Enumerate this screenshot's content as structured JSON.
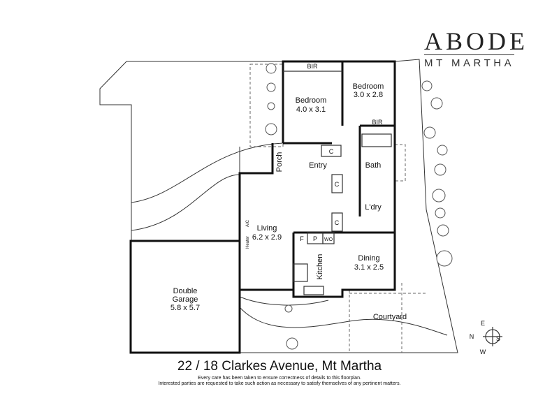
{
  "brand": {
    "name": "ABODE",
    "location": "MT MARTHA"
  },
  "rooms": {
    "bir1": "BIR",
    "bed1": "Bedroom",
    "bed1_size": "4.0 x 3.1",
    "bed2": "Bedroom",
    "bed2_size": "3.0 x 2.8",
    "bir2": "BIR",
    "entry": "Entry",
    "porch": "Porch",
    "bath": "Bath",
    "laundry": "L'dry",
    "c1": "C",
    "c2": "C",
    "c3": "C",
    "living": "Living",
    "living_size": "6.2 x 2.9",
    "ac": "A/C",
    "heater": "Heater",
    "f": "F",
    "p": "P",
    "wc": "WO",
    "kitchen": "Kitchen",
    "dining": "Dining",
    "dining_size": "3.1 x 2.5",
    "garage": "Double",
    "garage2": "Garage",
    "garage_size": "5.8 x 5.7",
    "courtyard": "Courtyard"
  },
  "compass": {
    "n": "N",
    "e": "E",
    "s": "S",
    "w": "W"
  },
  "address": "22 / 18 Clarkes Avenue, Mt Martha",
  "disclaimer": [
    "Every care has been taken to ensure correctness of details to this floorplan.",
    "Interested parties are requested to take such action as necessary to satisfy themselves of any pertinent matters."
  ]
}
